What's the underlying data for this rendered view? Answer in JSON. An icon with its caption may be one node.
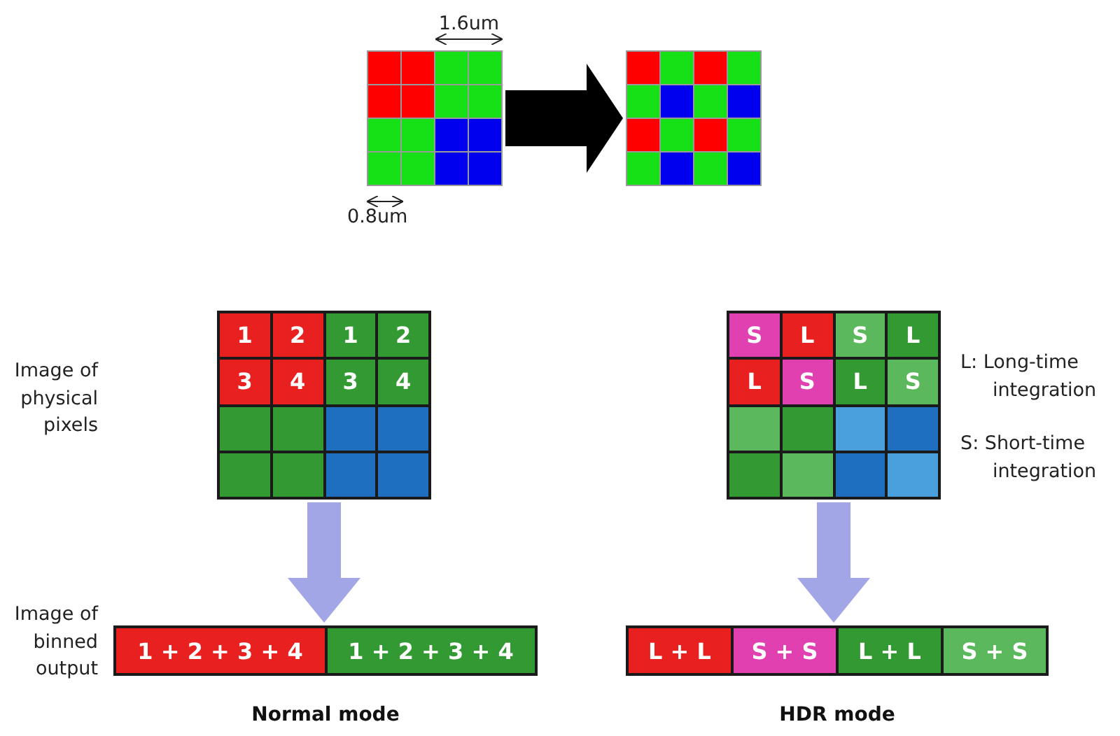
{
  "diagram": {
    "nodes": [
      {
        "text": [],
        "shape": "box"
      },
      {
        "text": [],
        "shape": "box"
      },
      {
        "text": [],
        "shape": "box"
      },
      {
        "text": [
          "1"
        ],
        "in": 2
      },
      {
        "text": [
          "2"
        ],
        "in": 2
      },
      {
        "text": [
          "1"
        ],
        "in": 2
      },
      {
        "text": [
          "2"
        ],
        "in": 2
      },
      {
        "text": [
          "3"
        ],
        "in": 2
      },
      {
        "text": [
          "4"
        ],
        "in": 2
      },
      {
        "text": [
          "3"
        ],
        "in": 2
      },
      {
        "text": [
          "4"
        ],
        "in": 2
      },
      {
        "text": [],
        "shape": "box",
        "in": 2
      },
      {
        "text": [],
        "shape": "box",
        "in": 2
      },
      {
        "text": [],
        "shape": "box",
        "in": 2
      },
      {
        "text": [],
        "shape": "box",
        "in": 2
      },
      {
        "text": [],
        "shape": "box",
        "in": 2
      },
      {
        "text": [],
        "shape": "box",
        "in": 2
      },
      {
        "text": [],
        "shape": "box",
        "in": 2
      },
      {
        "text": [],
        "shape": "box",
        "in": 2
      },
      {
        "text": [],
        "shape": "box"
      },
      {
        "text": [
          "S"
        ],
        "in": 19
      },
      {
        "text": [
          "L"
        ],
        "in": 19
      },
      {
        "text": [
          "S"
        ],
        "in": 19
      },
      {
        "text": [
          "L"
        ],
        "in": 19
      },
      {
        "text": [
          "L"
        ],
        "in": 19
      },
      {
        "text": [
          "S"
        ],
        "in": 19
      },
      {
        "text": [
          "L"
        ],
        "in": 19
      },
      {
        "text": [
          "S"
        ],
        "in": 19
      },
      {
        "text": [],
        "shape": "box",
        "in": 19
      },
      {
        "text": [],
        "shape": "box",
        "in": 19
      },
      {
        "text": [],
        "shape": "box",
        "in": 19
      },
      {
        "text": [],
        "shape": "box",
        "in": 19
      },
      {
        "text": [],
        "shape": "box",
        "in": 19
      },
      {
        "text": [],
        "shape": "box",
        "in": 19
      },
      {
        "text": [],
        "shape": "box",
        "in": 19
      },
      {
        "text": [],
        "shape": "box",
        "in": 19
      },
      {
        "text": [],
        "shape": "bar",
        "beside": [
          "Normal mode"
        ]
      },
      {
        "text": [
          "1 + 2 + 3 + 4"
        ],
        "in": 36
      },
      {
        "text": [
          "1 + 2 + 3 + 4"
        ],
        "in": 36
      },
      {
        "text": [],
        "shape": "bar",
        "beside": [
          "HDR mode"
        ]
      },
      {
        "text": [
          "L + L"
        ],
        "in": 39
      },
      {
        "text": [
          "S + S"
        ],
        "in": 39
      },
      {
        "text": [
          "L + L"
        ],
        "in": 39
      },
      {
        "text": [
          "S + S"
        ],
        "in": 39
      }
    ],
    "edges": [
      {
        "from": 0,
        "to": 1,
        "arrow": "to",
        "style": "thick",
        "color": "#000000"
      },
      {
        "from": 2,
        "to": 36,
        "arrow": "to",
        "style": "thick"
      },
      {
        "from": 19,
        "to": 39,
        "arrow": "to",
        "style": "thick"
      }
    ],
    "labels": [
      "1.6um",
      "0.8um",
      "Image of physical pixels",
      "L: Long-time integration",
      "S: Short-time integration",
      "Image of binned output"
    ]
  }
}
